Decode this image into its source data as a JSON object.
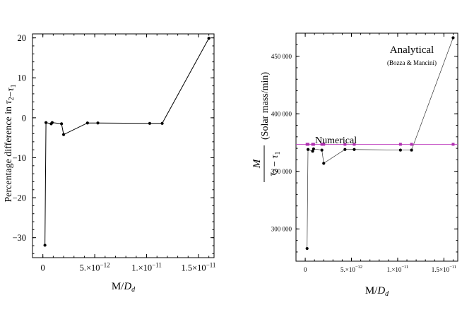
{
  "chart_data": [
    {
      "type": "line",
      "xlabel": "M/D_d",
      "ylabel": "Percentage difference in τ₂−τ₁",
      "xlim": [
        -1e-12,
        1.65e-11
      ],
      "ylim": [
        -35,
        21
      ],
      "x_ticks": [
        {
          "value": 0,
          "label": "0"
        },
        {
          "value": 5e-12,
          "label": "5.×10⁻¹²"
        },
        {
          "value": 1e-11,
          "label": "1.×10⁻¹¹"
        },
        {
          "value": 1.5e-11,
          "label": "1.5×10⁻¹¹"
        }
      ],
      "y_ticks": [
        {
          "value": 20,
          "label": "20"
        },
        {
          "value": 10,
          "label": "10"
        },
        {
          "value": 0,
          "label": "0"
        },
        {
          "value": -10,
          "label": "−10"
        },
        {
          "value": -20,
          "label": "−20"
        },
        {
          "value": -30,
          "label": "−30"
        }
      ],
      "grid": false,
      "series": [
        {
          "x": [
            2e-13,
            3e-13,
            8e-13,
            9e-13,
            1.8e-12,
            2e-12,
            4.3e-12,
            5.3e-12,
            1.03e-11,
            1.15e-11,
            1.6e-11
          ],
          "y": [
            -31.9,
            -1.2,
            -1.5,
            -1.2,
            -1.5,
            -4.2,
            -1.3,
            -1.3,
            -1.4,
            -1.4,
            19.9
          ]
        }
      ]
    },
    {
      "type": "line",
      "xlabel": "M/D_d",
      "ylabel_fraction_num": "M",
      "ylabel_fraction_den": "τ₂ − τ₁",
      "ylabel_unit": "(Solar mass/min)",
      "xlim": [
        -1e-12,
        1.65e-11
      ],
      "ylim": [
        272000,
        470000
      ],
      "x_ticks": [
        {
          "value": 0,
          "label": "0"
        },
        {
          "value": 5e-12,
          "label": "5.×10⁻¹²"
        },
        {
          "value": 1e-11,
          "label": "1.×10⁻¹¹"
        },
        {
          "value": 1.5e-11,
          "label": "1.5×10⁻¹¹"
        }
      ],
      "y_ticks": [
        {
          "value": 450000,
          "label": "450 000"
        },
        {
          "value": 400000,
          "label": "400 000"
        },
        {
          "value": 350000,
          "label": "350 000"
        },
        {
          "value": 300000,
          "label": "300 000"
        }
      ],
      "grid": false,
      "annotations": [
        {
          "text": "Analytical",
          "style": "large"
        },
        {
          "text": "(Bozza & Mancini)",
          "style": "small"
        },
        {
          "text": "Numerical",
          "style": "magenta"
        }
      ],
      "series": [
        {
          "name": "Analytical",
          "color": "#000000",
          "x": [
            2e-13,
            3e-13,
            8e-13,
            9e-13,
            1.8e-12,
            2e-12,
            4.3e-12,
            5.3e-12,
            1.03e-11,
            1.15e-11,
            1.6e-11
          ],
          "y": [
            283000,
            369000,
            367500,
            369500,
            368500,
            357000,
            369000,
            369000,
            368500,
            368500,
            466000
          ]
        },
        {
          "name": "Numerical",
          "color": "#b030b0",
          "x": [
            2e-13,
            3e-13,
            8e-13,
            9e-13,
            1.8e-12,
            2e-12,
            4.3e-12,
            5.3e-12,
            1.03e-11,
            1.15e-11,
            1.6e-11
          ],
          "y": [
            373500,
            373500,
            373500,
            373500,
            373500,
            373500,
            373500,
            373500,
            373500,
            373500,
            373500
          ]
        }
      ]
    }
  ]
}
